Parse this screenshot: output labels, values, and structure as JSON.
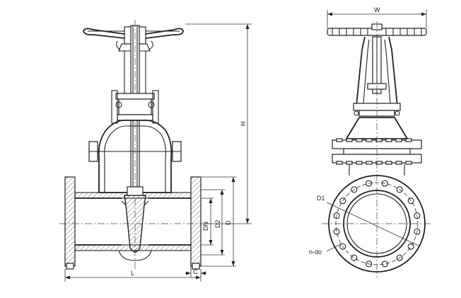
{
  "labels": {
    "w": "W",
    "h": "H",
    "l": "L",
    "c": "C",
    "dn": "DN",
    "d2": "D2",
    "d": "D",
    "d1": "D1",
    "n_do": "n-do"
  }
}
